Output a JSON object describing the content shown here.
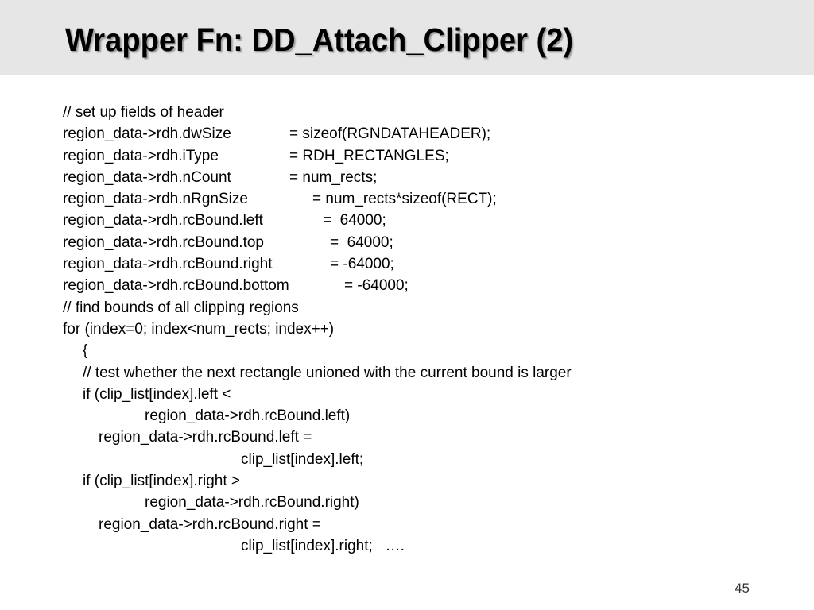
{
  "title": "Wrapper Fn: DD_Attach_Clipper (2)",
  "code": {
    "l1": "// set up fields of header",
    "l2k": "region_data->rdh.dwSize",
    "l2v": "= sizeof(RGNDATAHEADER);",
    "l3k": "region_data->rdh.iType",
    "l3v": "= RDH_RECTANGLES;",
    "l4k": "region_data->rdh.nCount",
    "l4v": "= num_rects;",
    "l5k": "region_data->rdh.nRgnSize",
    "l5v": "= num_rects*sizeof(RECT);",
    "l6k": "region_data->rdh.rcBound.left",
    "l6v": "=  64000;",
    "l7k": "region_data->rdh.rcBound.top",
    "l7v": "=  64000;",
    "l8k": "region_data->rdh.rcBound.right",
    "l8v": "= -64000;",
    "l9k": "region_data->rdh.rcBound.bottom",
    "l9v": "= -64000;",
    "l10": "// find bounds of all clipping regions",
    "l11": "for (index=0; index<num_rects; index++)",
    "l12": "{",
    "l13": "// test whether the next rectangle unioned with the current bound is larger",
    "l14": "if (clip_list[index].left <",
    "l15": "region_data->rdh.rcBound.left)",
    "l16": "region_data->rdh.rcBound.left =",
    "l17": "clip_list[index].left;",
    "l18": "if (clip_list[index].right >",
    "l19": "region_data->rdh.rcBound.right)",
    "l20": "region_data->rdh.rcBound.right =",
    "l21": "clip_list[index].right;   …."
  },
  "page_number": "45"
}
